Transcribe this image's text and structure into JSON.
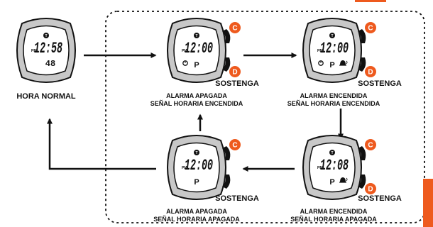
{
  "colors": {
    "accent": "#ee5a1e",
    "ink": "#111111",
    "bezel": "#c8c8c8",
    "lcd": "#ffffff"
  },
  "icons": {
    "button_c": "circle-C",
    "button_d": "circle-D",
    "light": "T-in-circle",
    "alarm": "alarm-bell-icon",
    "chime": "chime-icon"
  },
  "watches": {
    "normal": {
      "pm": "PM",
      "time": "12:58",
      "seconds": "48"
    },
    "w2": {
      "pm": "PM",
      "time": "12:00",
      "p": "P"
    },
    "w3": {
      "pm": "PM",
      "time": "12:00",
      "p": "P"
    },
    "w4": {
      "pm": "PM",
      "time": "12:08",
      "p": "P"
    },
    "w5": {
      "pm": "PM",
      "time": "12:00",
      "p": "P"
    }
  },
  "buttons": {
    "c": "C",
    "d": "D",
    "t": "T"
  },
  "labels": {
    "normal": "HORA NORMAL",
    "hold": "SOSTENGA",
    "w2_line1": "ALARMA APAGADA",
    "w2_line2": "SEÑAL HORARIA ENCENDIDA",
    "w3_line1": "ALARMA ENCENDIDA",
    "w3_line2": "SEÑAL HORARIA ENCENDIDA",
    "w4_line1": "ALARMA ENCENDIDA",
    "w4_line2": "SEÑAL HORARIA APAGADA",
    "w5_line1": "ALARMA APAGADA",
    "w5_line2": "SEÑAL HORARIA APAGADA"
  }
}
